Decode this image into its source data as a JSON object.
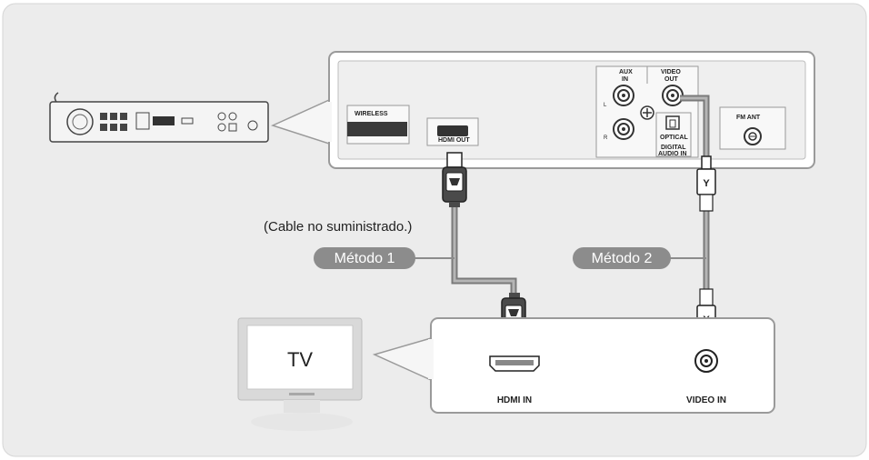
{
  "player_back_panel": {
    "wireless_label": "WIRELESS",
    "hdmi_out_label": "HDMI OUT",
    "aux_in_line1": "AUX",
    "aux_in_line2": "IN",
    "aux_l": "L",
    "aux_r": "R",
    "video_out_line1": "VIDEO",
    "video_out_line2": "OUT",
    "optical_label": "OPTICAL",
    "digital_audio_line1": "DIGITAL",
    "digital_audio_line2": "AUDIO IN",
    "fm_ant_label": "FM ANT"
  },
  "cable_note": "(Cable no suministrado.)",
  "method1_label": "Método 1",
  "method2_label": "Método 2",
  "video_plug_letter_top": "Y",
  "video_plug_letter_bottom": "Y",
  "tv_label": "TV",
  "tv_panel": {
    "hdmi_in_label": "HDMI IN",
    "video_in_label": "VIDEO IN"
  },
  "colors": {
    "background": "#ececec",
    "panel_fill": "#f6f6f6",
    "panel_stroke": "#9a9a9a",
    "badge": "#8c8c8c",
    "cable": "#7a7a7a"
  }
}
